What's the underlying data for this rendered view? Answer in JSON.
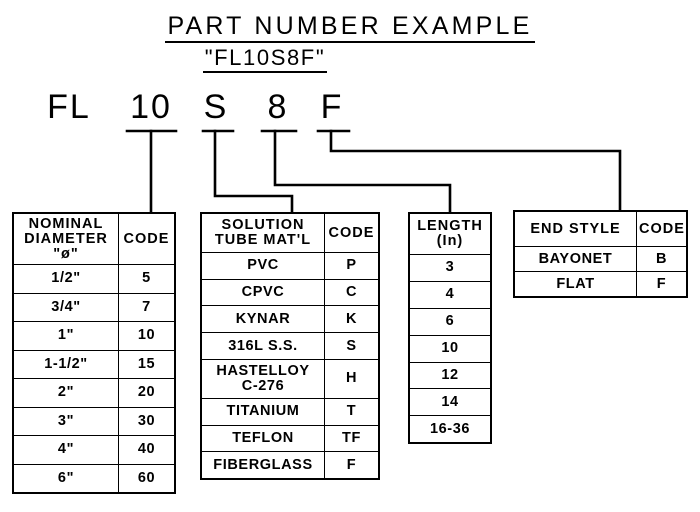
{
  "title": {
    "main": "PART NUMBER EXAMPLE",
    "sub": "\"FL10S8F\""
  },
  "part_number": {
    "full": "FL10S8F",
    "segments": [
      {
        "text": "FL",
        "underlined": false,
        "leader_to": null
      },
      {
        "text": "10",
        "underlined": true,
        "leader_to": "tbl-diameter"
      },
      {
        "text": "S",
        "underlined": true,
        "leader_to": "tbl-material"
      },
      {
        "text": "8",
        "underlined": true,
        "leader_to": "tbl-length"
      },
      {
        "text": "F",
        "underlined": true,
        "leader_to": "tbl-endstyle"
      }
    ]
  },
  "tables": {
    "diameter": {
      "headers": [
        "NOMINAL\nDIAMETER\n\"ø\"",
        "CODE"
      ],
      "rows": [
        [
          "1/2\"",
          "5"
        ],
        [
          "3/4\"",
          "7"
        ],
        [
          "1\"",
          "10"
        ],
        [
          "1-1/2\"",
          "15"
        ],
        [
          "2\"",
          "20"
        ],
        [
          "3\"",
          "30"
        ],
        [
          "4\"",
          "40"
        ],
        [
          "6\"",
          "60"
        ]
      ]
    },
    "material": {
      "headers": [
        "SOLUTION\nTUBE MAT'L",
        "CODE"
      ],
      "rows": [
        [
          "PVC",
          "P"
        ],
        [
          "CPVC",
          "C"
        ],
        [
          "KYNAR",
          "K"
        ],
        [
          "316L S.S.",
          "S"
        ],
        [
          "HASTELLOY\nC-276",
          "H"
        ],
        [
          "TITANIUM",
          "T"
        ],
        [
          "TEFLON",
          "TF"
        ],
        [
          "FIBERGLASS",
          "F"
        ]
      ]
    },
    "length": {
      "headers": [
        "LENGTH\n(In)"
      ],
      "rows": [
        [
          "3"
        ],
        [
          "4"
        ],
        [
          "6"
        ],
        [
          "10"
        ],
        [
          "12"
        ],
        [
          "14"
        ],
        [
          "16-36"
        ]
      ]
    },
    "endstyle": {
      "headers": [
        "END STYLE",
        "CODE"
      ],
      "rows": [
        [
          "BAYONET",
          "B"
        ],
        [
          "FLAT",
          "F"
        ]
      ]
    }
  },
  "colors": {
    "ink": "#000000",
    "paper": "#ffffff"
  }
}
